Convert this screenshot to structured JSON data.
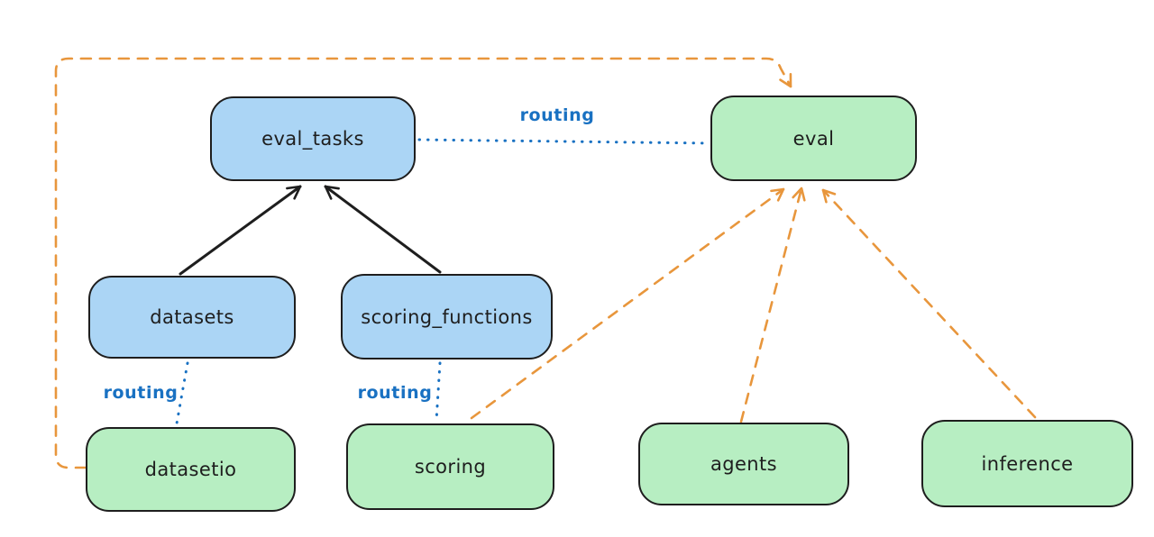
{
  "diagram": {
    "nodes": {
      "eval_tasks": {
        "label": "eval_tasks",
        "kind": "blue"
      },
      "eval": {
        "label": "eval",
        "kind": "green"
      },
      "datasets": {
        "label": "datasets",
        "kind": "blue"
      },
      "scoring_functions": {
        "label": "scoring_functions",
        "kind": "blue"
      },
      "datasetio": {
        "label": "datasetio",
        "kind": "green"
      },
      "scoring": {
        "label": "scoring",
        "kind": "green"
      },
      "agents": {
        "label": "agents",
        "kind": "green"
      },
      "inference": {
        "label": "inference",
        "kind": "green"
      }
    },
    "edges": {
      "eval_tasks_to_eval": {
        "from": "eval_tasks",
        "to": "eval",
        "label": "routing",
        "style": "dotted-blue"
      },
      "datasets_to_datasetio": {
        "from": "datasets",
        "to": "datasetio",
        "label": "routing",
        "style": "dotted-blue"
      },
      "scoring_functions_to_scoring": {
        "from": "scoring_functions",
        "to": "scoring",
        "label": "routing",
        "style": "dotted-blue"
      },
      "datasets_to_eval_tasks": {
        "from": "datasets",
        "to": "eval_tasks",
        "style": "solid-black-arrow"
      },
      "scoring_functions_to_eval_tasks": {
        "from": "scoring_functions",
        "to": "eval_tasks",
        "style": "solid-black-arrow"
      },
      "datasetio_to_eval": {
        "from": "datasetio",
        "to": "eval",
        "style": "dashed-orange-arrow"
      },
      "scoring_to_eval": {
        "from": "scoring",
        "to": "eval",
        "style": "dashed-orange-arrow"
      },
      "agents_to_eval": {
        "from": "agents",
        "to": "eval",
        "style": "dashed-orange-arrow"
      },
      "inference_to_eval": {
        "from": "inference",
        "to": "eval",
        "style": "dashed-orange-arrow"
      }
    },
    "colors": {
      "background": "#ffffff",
      "node_stroke": "#1e1e1e",
      "node_blue_fill": "#abd5f5",
      "node_green_fill": "#b7eec2",
      "routing_blue": "#1971c2",
      "orange": "#e8963c",
      "black_arrow": "#1e1e1e"
    }
  }
}
